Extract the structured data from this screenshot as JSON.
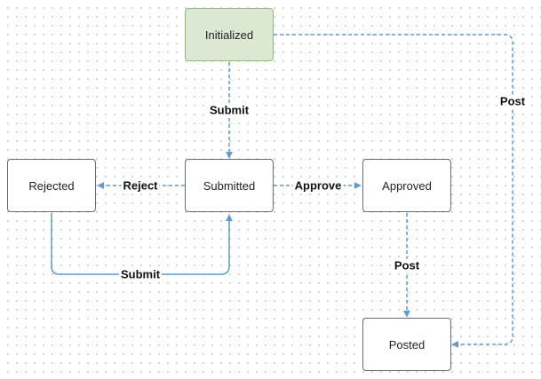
{
  "colors": {
    "edge": "#5b9bd5",
    "start_fill": "#dbe9d3",
    "start_border": "#8cbe72",
    "node_border": "#6b6b6b"
  },
  "nodes": {
    "initialized": "Initialized",
    "submitted": "Submitted",
    "rejected": "Rejected",
    "approved": "Approved",
    "posted": "Posted"
  },
  "edges": {
    "submit_initial": "Submit",
    "reject": "Reject",
    "approve": "Approve",
    "resubmit": "Submit",
    "post_approved": "Post",
    "post_direct": "Post"
  }
}
